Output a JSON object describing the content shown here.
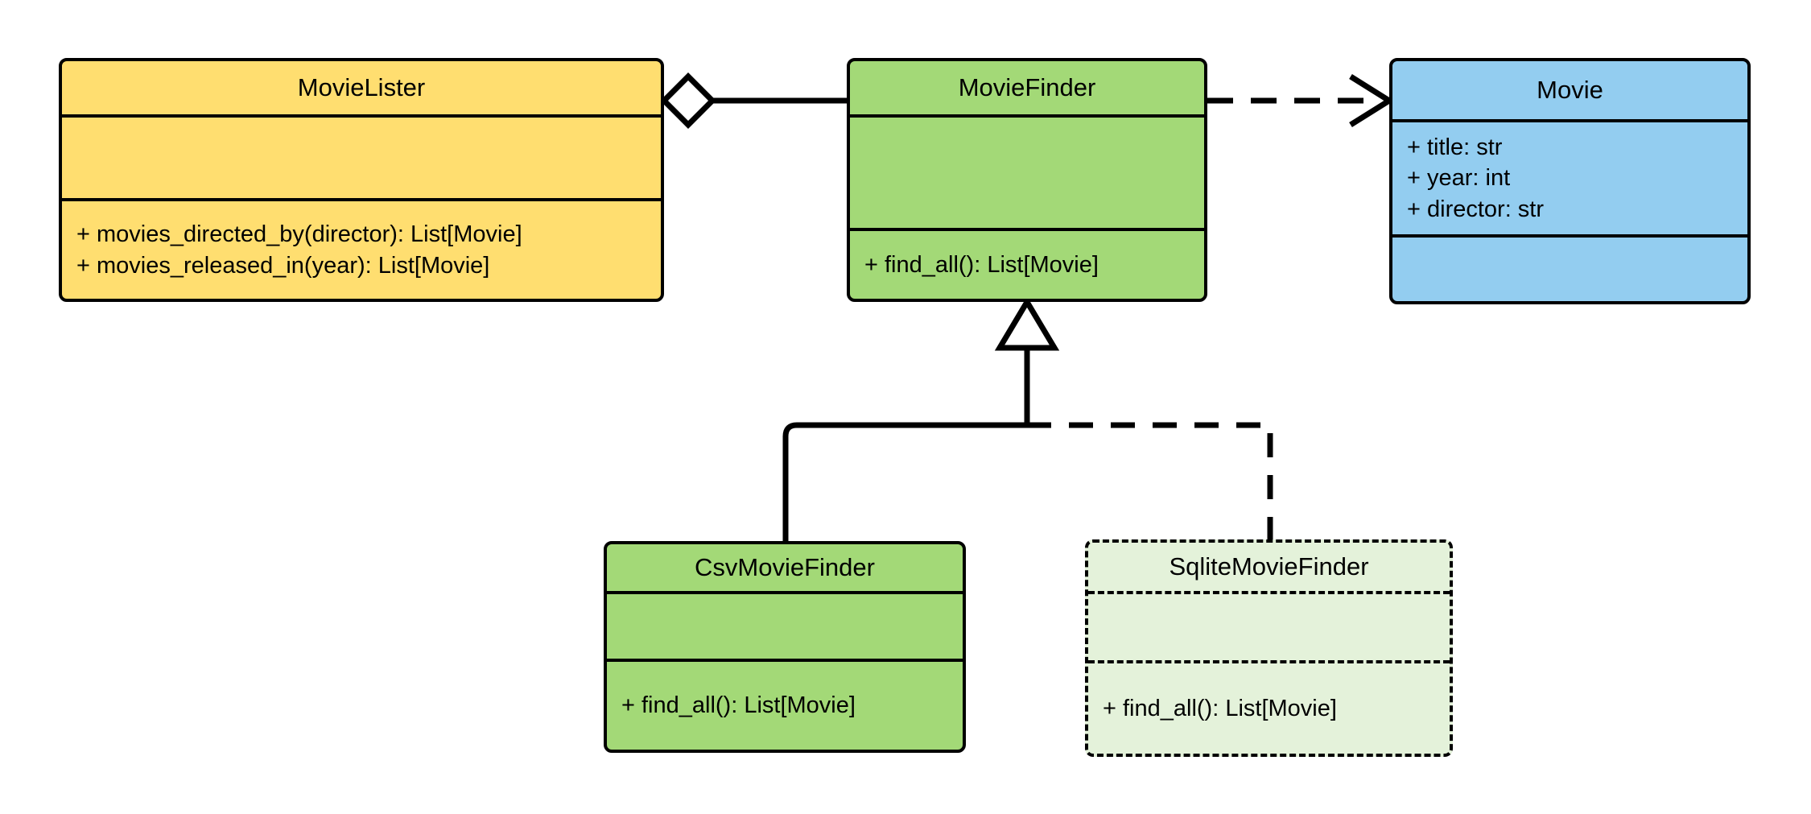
{
  "diagram": {
    "type": "uml-class-diagram",
    "title": "Movie Lister dependency injection class diagram",
    "background_color": "#ffffff",
    "line_color": "#000000"
  },
  "palette": {
    "yellow": "#FFDE70",
    "green": "#A3D977",
    "pale_green": "#E4F2DA",
    "blue": "#93CDF0",
    "stroke": "#000000"
  },
  "classes": [
    {
      "id": "movie-lister",
      "name": "MovieLister",
      "fill": "#FFDE70",
      "border_style": "solid",
      "attributes": [],
      "methods": [
        "+ movies_directed_by(director): List[Movie]",
        "+ movies_released_in(year): List[Movie]"
      ]
    },
    {
      "id": "movie-finder",
      "name": "MovieFinder",
      "fill": "#A3D977",
      "border_style": "solid",
      "attributes": [],
      "methods": [
        "+ find_all(): List[Movie]"
      ]
    },
    {
      "id": "movie",
      "name": "Movie",
      "fill": "#93CDF0",
      "border_style": "solid",
      "attributes": [
        "+ title: str",
        "+ year: int",
        "+ director: str"
      ],
      "methods": []
    },
    {
      "id": "csv-movie-finder",
      "name": "CsvMovieFinder",
      "fill": "#A3D977",
      "border_style": "solid",
      "attributes": [],
      "methods": [
        "+ find_all(): List[Movie]"
      ]
    },
    {
      "id": "sqlite-movie-finder",
      "name": "SqliteMovieFinder",
      "fill": "#E4F2DA",
      "border_style": "dashed",
      "attributes": [],
      "methods": [
        "+ find_all(): List[Movie]"
      ]
    }
  ],
  "relationships": [
    {
      "id": "aggregation-lister-finder",
      "kind": "aggregation",
      "source": "MovieLister",
      "target": "MovieFinder",
      "line_style": "solid",
      "source_marker": "hollow-diamond",
      "target_marker": "none"
    },
    {
      "id": "dependency-finder-movie",
      "kind": "dependency",
      "source": "MovieFinder",
      "target": "Movie",
      "line_style": "dashed",
      "source_marker": "none",
      "target_marker": "open-arrow"
    },
    {
      "id": "generalization-csv-finder",
      "kind": "generalization",
      "source": "CsvMovieFinder",
      "target": "MovieFinder",
      "line_style": "solid",
      "source_marker": "none",
      "target_marker": "hollow-triangle"
    },
    {
      "id": "generalization-sqlite-finder",
      "kind": "generalization",
      "source": "SqliteMovieFinder",
      "target": "MovieFinder",
      "line_style": "dashed",
      "source_marker": "none",
      "target_marker": "hollow-triangle"
    }
  ]
}
